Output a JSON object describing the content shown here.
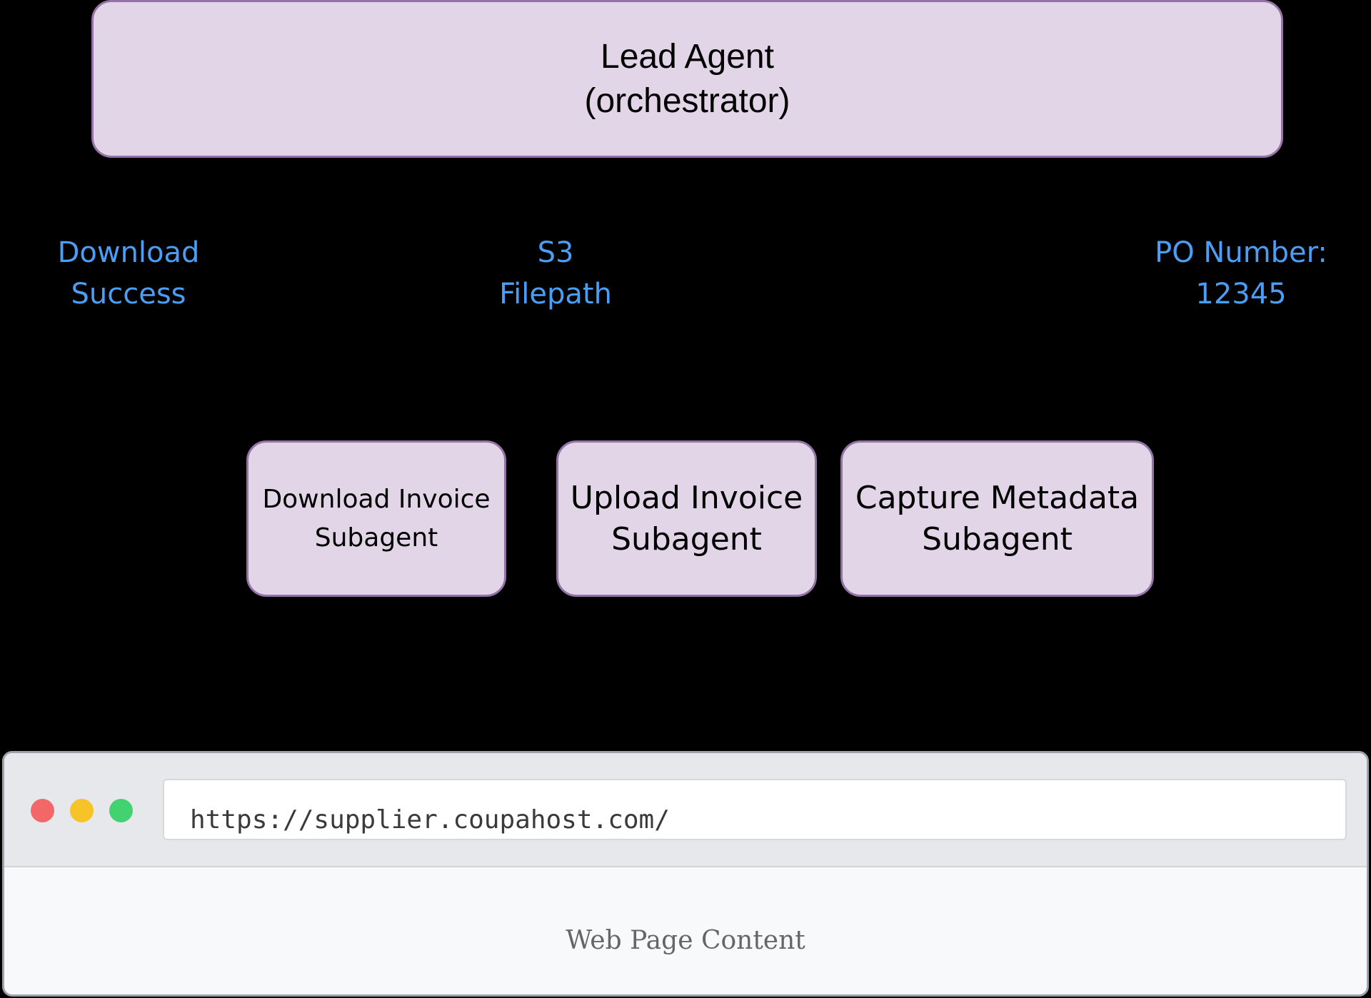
{
  "diagram": {
    "lead_agent": {
      "label": "Lead Agent\n(orchestrator)"
    },
    "subagents": [
      {
        "label": "Download Invoice\nSubagent"
      },
      {
        "label": "Upload Invoice\nSubagent"
      },
      {
        "label": "Capture Metadata\nSubagent"
      }
    ],
    "edge_labels": [
      {
        "text": "Download\nSuccess"
      },
      {
        "text": "S3\nFilepath"
      },
      {
        "text": "PO Number:\n12345"
      }
    ],
    "colors": {
      "node_fill": "#e1d5e7",
      "node_border": "#9673a6",
      "edge_label": "#4a9ef5",
      "background": "#000000"
    }
  },
  "browser": {
    "url": "https://supplier.coupahost.com/",
    "content_text": "Web Page Content"
  }
}
